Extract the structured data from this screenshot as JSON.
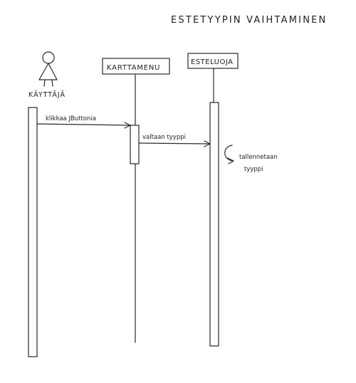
{
  "title": "ESTETYYPIN VAIHTAMINEN",
  "actor": {
    "label": "KÄYTTÄJÄ"
  },
  "participants": [
    {
      "label": "KARTTAMENU"
    },
    {
      "label": "ESTELUOJA"
    }
  ],
  "messages": [
    {
      "label": "klikkaa JButtonia"
    },
    {
      "label": "valtaan tyyppi"
    }
  ],
  "self_message": {
    "line1": "tallennetaan",
    "line2": "tyyppi"
  },
  "colors": {
    "ink": "#2a2a2a",
    "paper": "#ffffff"
  }
}
